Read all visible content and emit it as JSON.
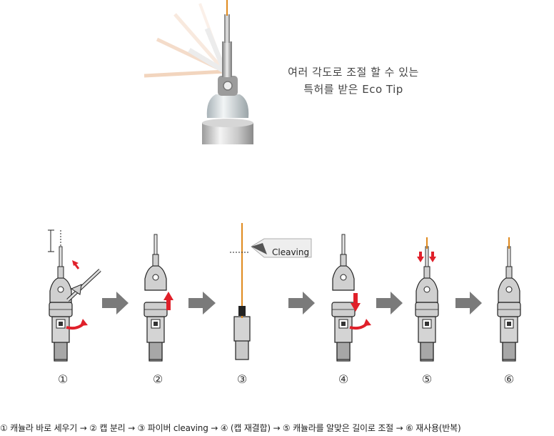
{
  "hero": {
    "line1": "여러 각도로 조절 할 수 있는",
    "line2": "특허를 받은 Eco Tip"
  },
  "steps": {
    "cleave_label": "Cleaving",
    "numbers": [
      "①",
      "②",
      "③",
      "④",
      "⑤",
      "⑥"
    ]
  },
  "caption": "① 캐뉼라 바로 세우기  → ② 캡 분리 → ③ 파이버 cleaving  →  ④ (캡 재결합) → ⑤ 캐뉼라를 알맞은 길이로 조절 → ⑥ 재사용(반복)",
  "colors": {
    "fiber": "#e08a1e",
    "arrow_gray": "#7a7a7a",
    "arrow_red": "#e0202a",
    "metal": "#b8b8b8"
  }
}
